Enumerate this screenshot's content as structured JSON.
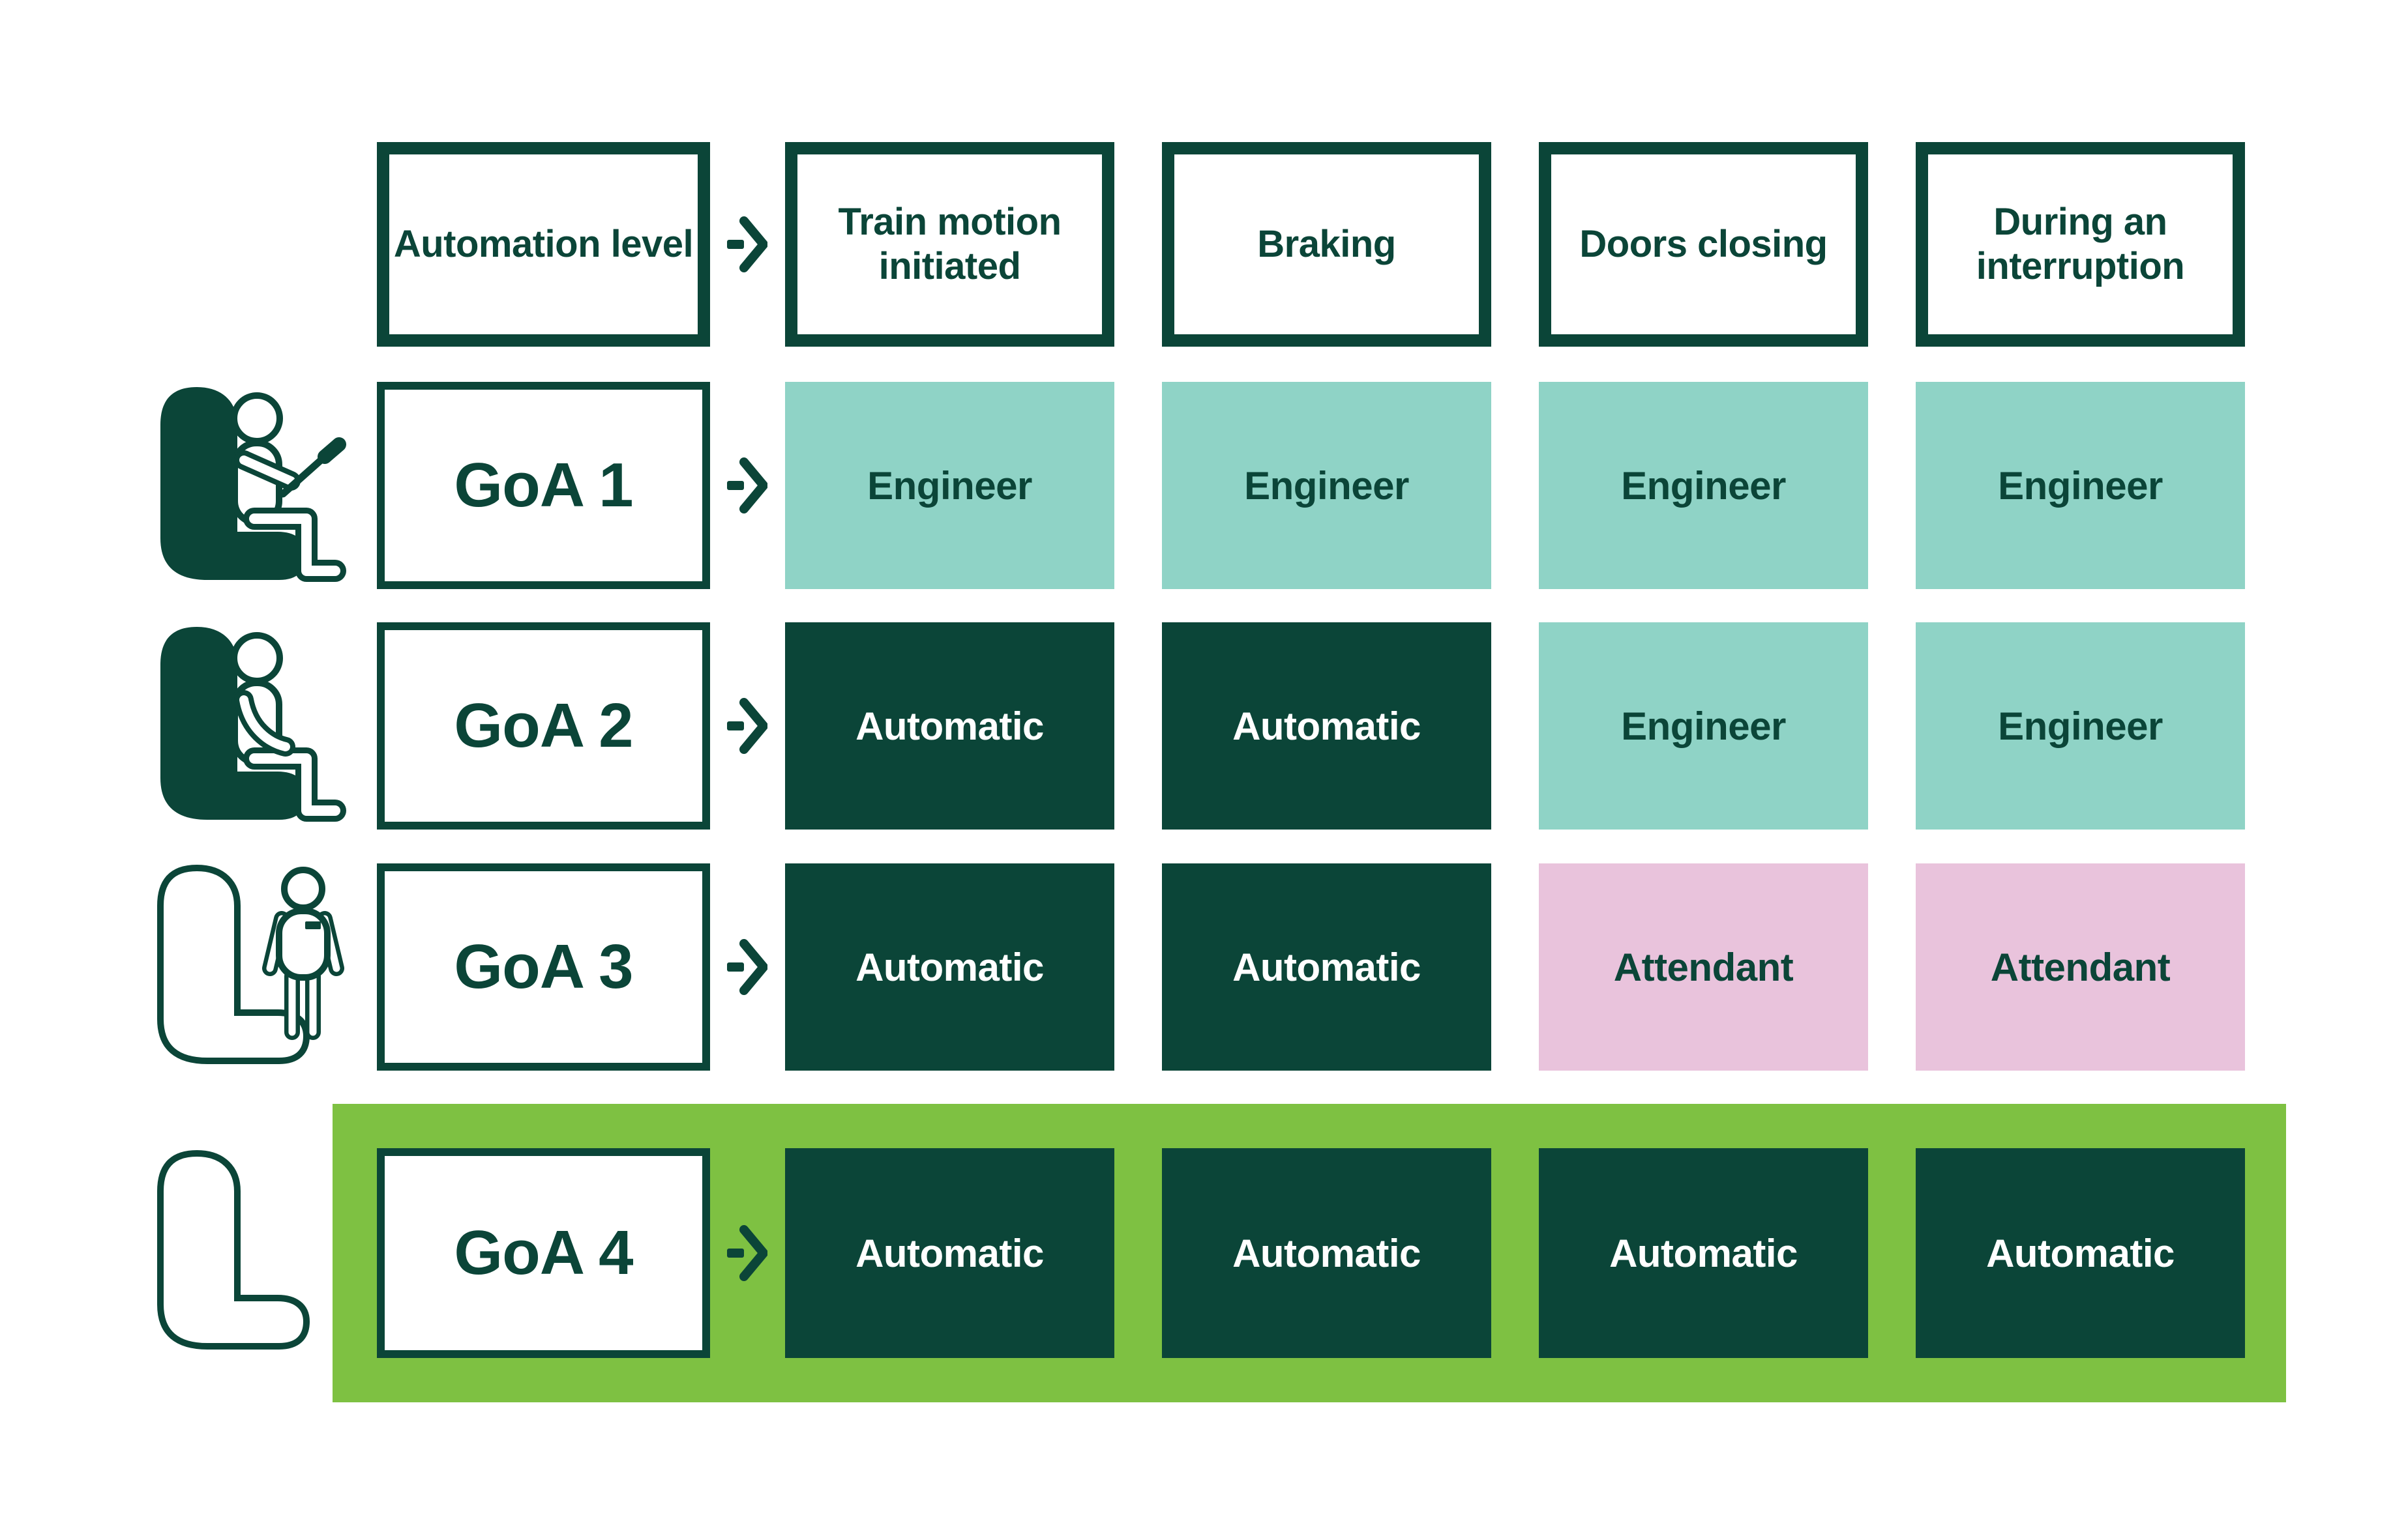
{
  "palette": {
    "dark_green": "#0b4538",
    "teal": "#8fd3c6",
    "pink": "#e9c3dc",
    "highlight_green": "#7ec142",
    "white": "#ffffff"
  },
  "header": {
    "level_column_label": "Automation level",
    "phase_columns": [
      "Train motion initiated",
      "Braking",
      "Doors closing",
      "During an interruption"
    ]
  },
  "rows": [
    {
      "level": "GoA 1",
      "icon": "engineer-driving-in-seat",
      "highlighted": false,
      "cells": [
        {
          "label": "Engineer",
          "variant": "teal"
        },
        {
          "label": "Engineer",
          "variant": "teal"
        },
        {
          "label": "Engineer",
          "variant": "teal"
        },
        {
          "label": "Engineer",
          "variant": "teal"
        }
      ]
    },
    {
      "level": "GoA 2",
      "icon": "engineer-seated-monitoring",
      "highlighted": false,
      "cells": [
        {
          "label": "Automatic",
          "variant": "dark"
        },
        {
          "label": "Automatic",
          "variant": "dark"
        },
        {
          "label": "Engineer",
          "variant": "teal"
        },
        {
          "label": "Engineer",
          "variant": "teal"
        }
      ]
    },
    {
      "level": "GoA 3",
      "icon": "attendant-standing-by-empty-seat",
      "highlighted": false,
      "cells": [
        {
          "label": "Automatic",
          "variant": "dark"
        },
        {
          "label": "Automatic",
          "variant": "dark"
        },
        {
          "label": "Attendant",
          "variant": "pink"
        },
        {
          "label": "Attendant",
          "variant": "pink"
        }
      ]
    },
    {
      "level": "GoA 4",
      "icon": "empty-seat",
      "highlighted": true,
      "cells": [
        {
          "label": "Automatic",
          "variant": "dark"
        },
        {
          "label": "Automatic",
          "variant": "dark"
        },
        {
          "label": "Automatic",
          "variant": "dark"
        },
        {
          "label": "Automatic",
          "variant": "dark"
        }
      ]
    }
  ]
}
